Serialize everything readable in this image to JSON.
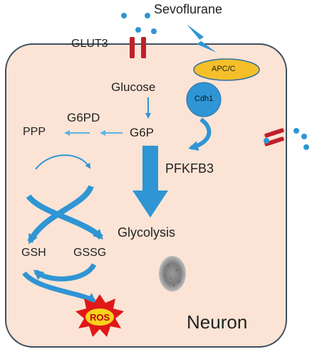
{
  "labels": {
    "sevoflurane": "Sevoflurane",
    "glut3": "GLUT3",
    "apcc": "APC/C",
    "cdh1": "Cdh1",
    "glucose": "Glucose",
    "g6pd": "G6PD",
    "ppp": "PPP",
    "g6p": "G6P",
    "pfkfb3": "PFKFB3",
    "glycolysis": "Glycolysis",
    "gsh": "GSH",
    "gssg": "GSSG",
    "ros": "ROS",
    "neuron": "Neuron"
  },
  "colors": {
    "cell_fill": "#fbe4d5",
    "cell_border": "#3f4f5e",
    "arrow_blue": "#2f95d4",
    "light_blue": "#5cb3e6",
    "transporter_red": "#c0202a",
    "apcc_fill": "#f5bf2a",
    "cdh1_fill": "#2f95d4",
    "ros_star": "#e01818",
    "ros_text": "#c00000"
  }
}
